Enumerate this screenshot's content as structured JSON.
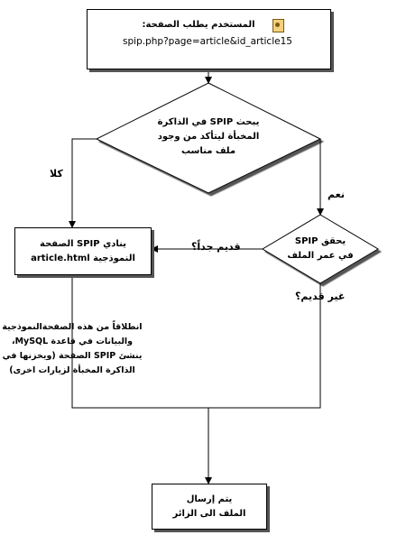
{
  "nodes": {
    "request": {
      "line1": "المستخدم يطلب الصفحة:",
      "line2": "spip.php?page=article&id_article15"
    },
    "search": {
      "text": "يبحث SPIP في الذاكرة\nالمخبأة ليتأكد من وجود\nملف مناسب"
    },
    "call": {
      "text": "ينادي SPIP  الصفحة\nالنموذجية  article.html"
    },
    "check_age": {
      "text": "يحقق SPIP\nفي عمر الملف"
    },
    "send": {
      "text": "يتم إرسال\nالملف الى الزائر"
    },
    "build_note": {
      "text": "انطلاقاً من هذه الصفحةالنموذجية\nوالبيانات في قاعدة MySQL،\nينشئ SPIP  الصفحة (ويخزنها في\nالذاكرة المخبأة لزيارات اخرى)"
    }
  },
  "edges": {
    "no_label": "كلا",
    "yes_label": "نعم",
    "too_old_label": "قديم جداً؟",
    "not_old_label": "غير قديم؟"
  },
  "icons": {
    "user_icon": "user-page-icon"
  }
}
